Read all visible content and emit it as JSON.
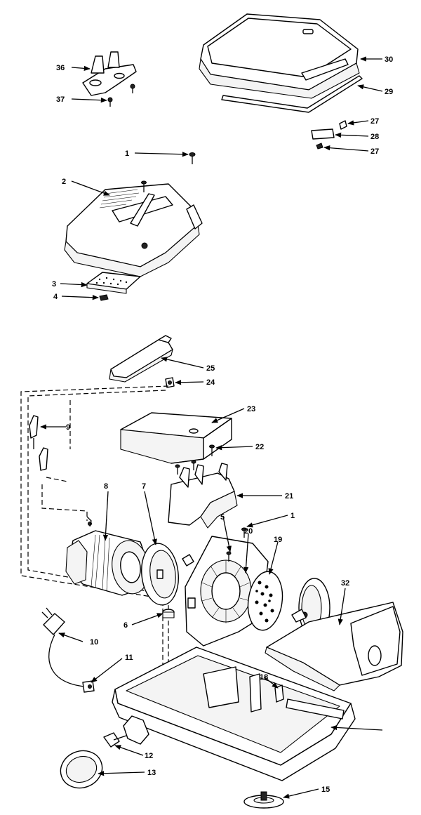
{
  "labels": {
    "l1a": "1",
    "l1b": "1",
    "l2": "2",
    "l3": "3",
    "l4": "4",
    "l5": "5",
    "l6": "6",
    "l7": "7",
    "l8": "8",
    "l9": "9",
    "l10": "10",
    "l11": "11",
    "l12": "12",
    "l13": "13",
    "l15": "15",
    "l18": "18",
    "l19": "19",
    "l20": "20",
    "l21": "21",
    "l22": "22",
    "l23": "23",
    "l24": "24",
    "l25": "25",
    "l27a": "27",
    "l27b": "27",
    "l28": "28",
    "l29": "29",
    "l30": "30",
    "l32": "32",
    "l36": "36",
    "l37": "37"
  }
}
